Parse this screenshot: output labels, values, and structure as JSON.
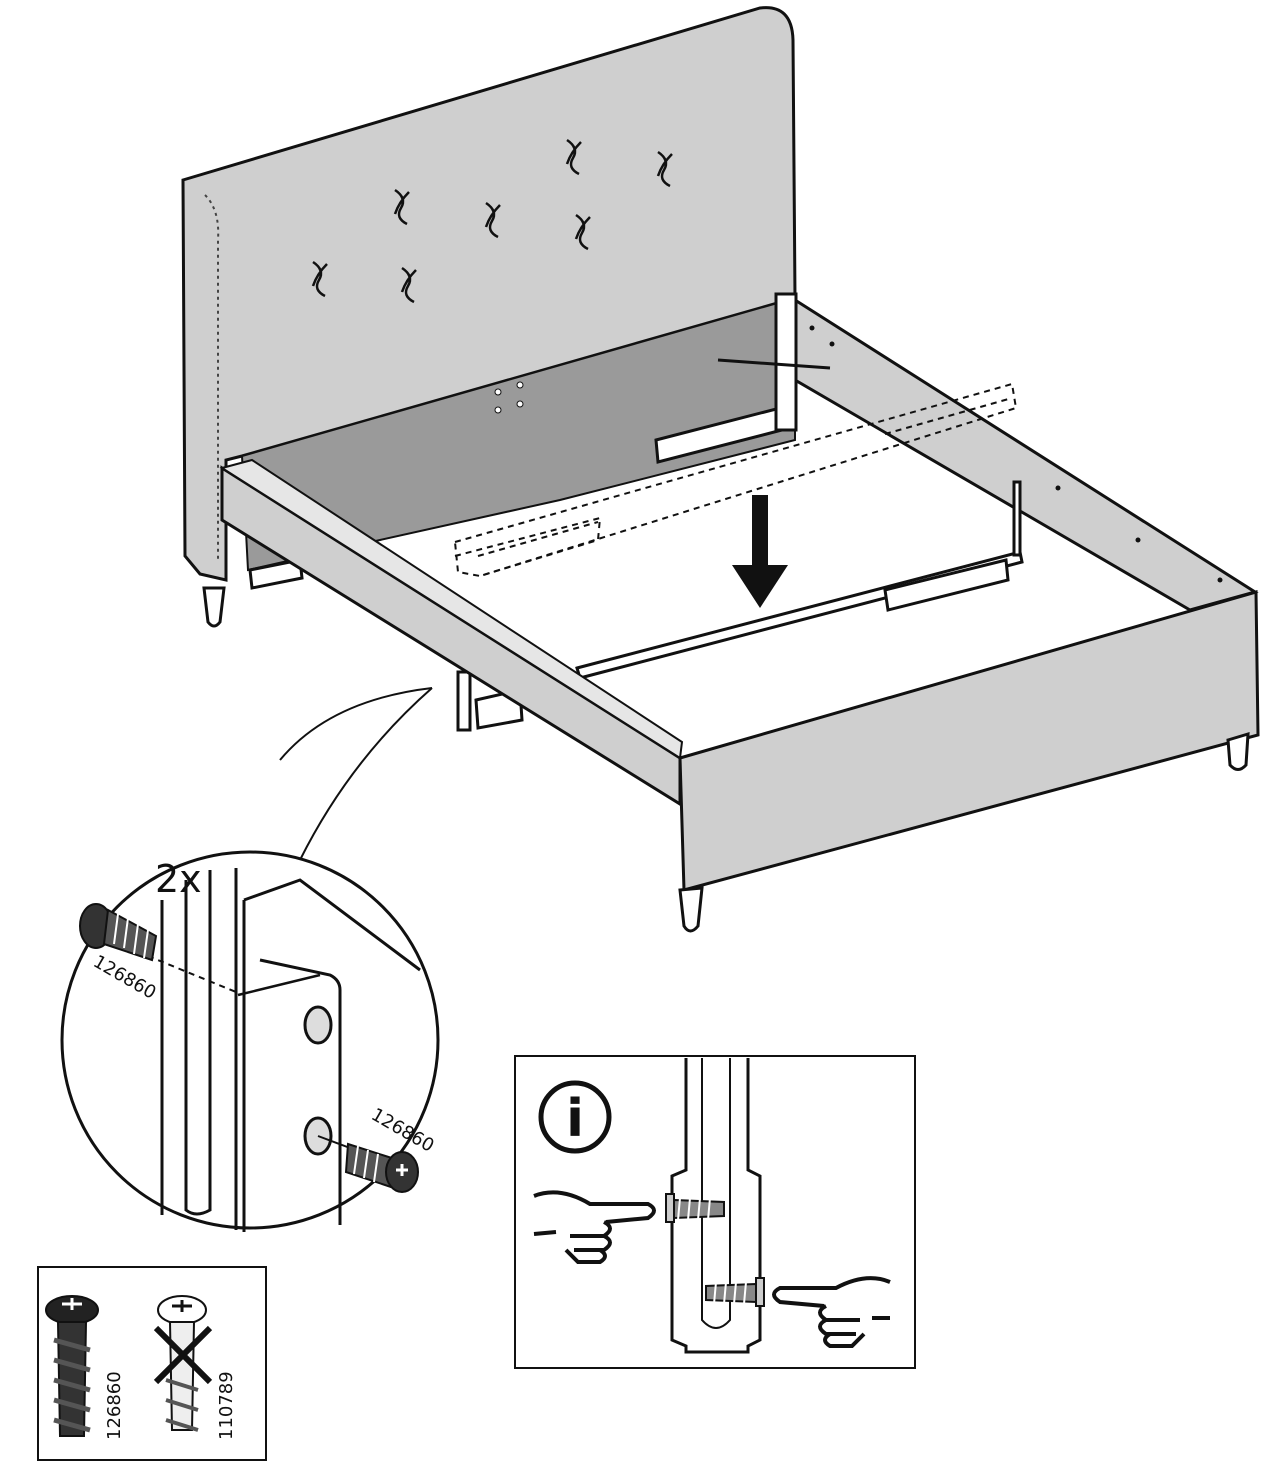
{
  "labels": {
    "quantity": "2x",
    "screw_part_top": "126860",
    "screw_part_bottom": "126860",
    "correct_screw_part": "126860",
    "wrong_screw_part": "110789",
    "info_symbol": "i"
  },
  "colors": {
    "fabric": "#cfcfcf",
    "shadow": "#9a9a9a",
    "ink": "#111111",
    "paper": "#ffffff"
  },
  "icons": {
    "info": "info-circle-icon",
    "pointing_hand": "pointing-hand-icon",
    "reject": "x-mark-icon"
  }
}
